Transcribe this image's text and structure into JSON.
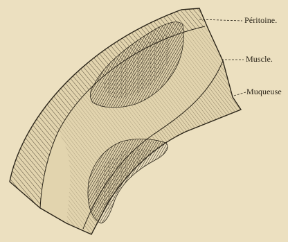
{
  "labels": {
    "peritoine": "Péritoine.",
    "muscle": "Muscle.",
    "muqueuse": "Muqueuse"
  },
  "colors": {
    "paper": "#ece0c0",
    "ink": "#2a2418",
    "tissue_fill": "#e2d4ae",
    "lesion": "#3b3428"
  }
}
